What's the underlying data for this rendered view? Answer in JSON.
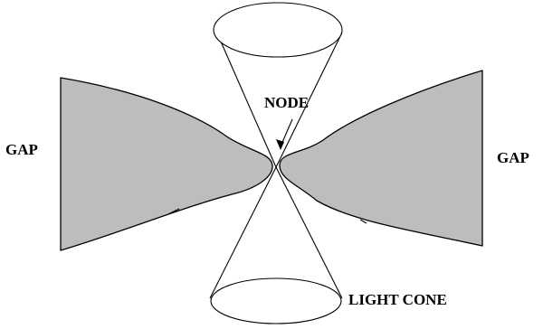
{
  "labels": {
    "gap_left": "GAP",
    "gap_right": "GAP",
    "node": "NODE",
    "light_cone": "LIGHT CONE"
  },
  "colors": {
    "gap_fill": "#bdbdbd",
    "lines": "#000000",
    "background": "#ffffff"
  }
}
